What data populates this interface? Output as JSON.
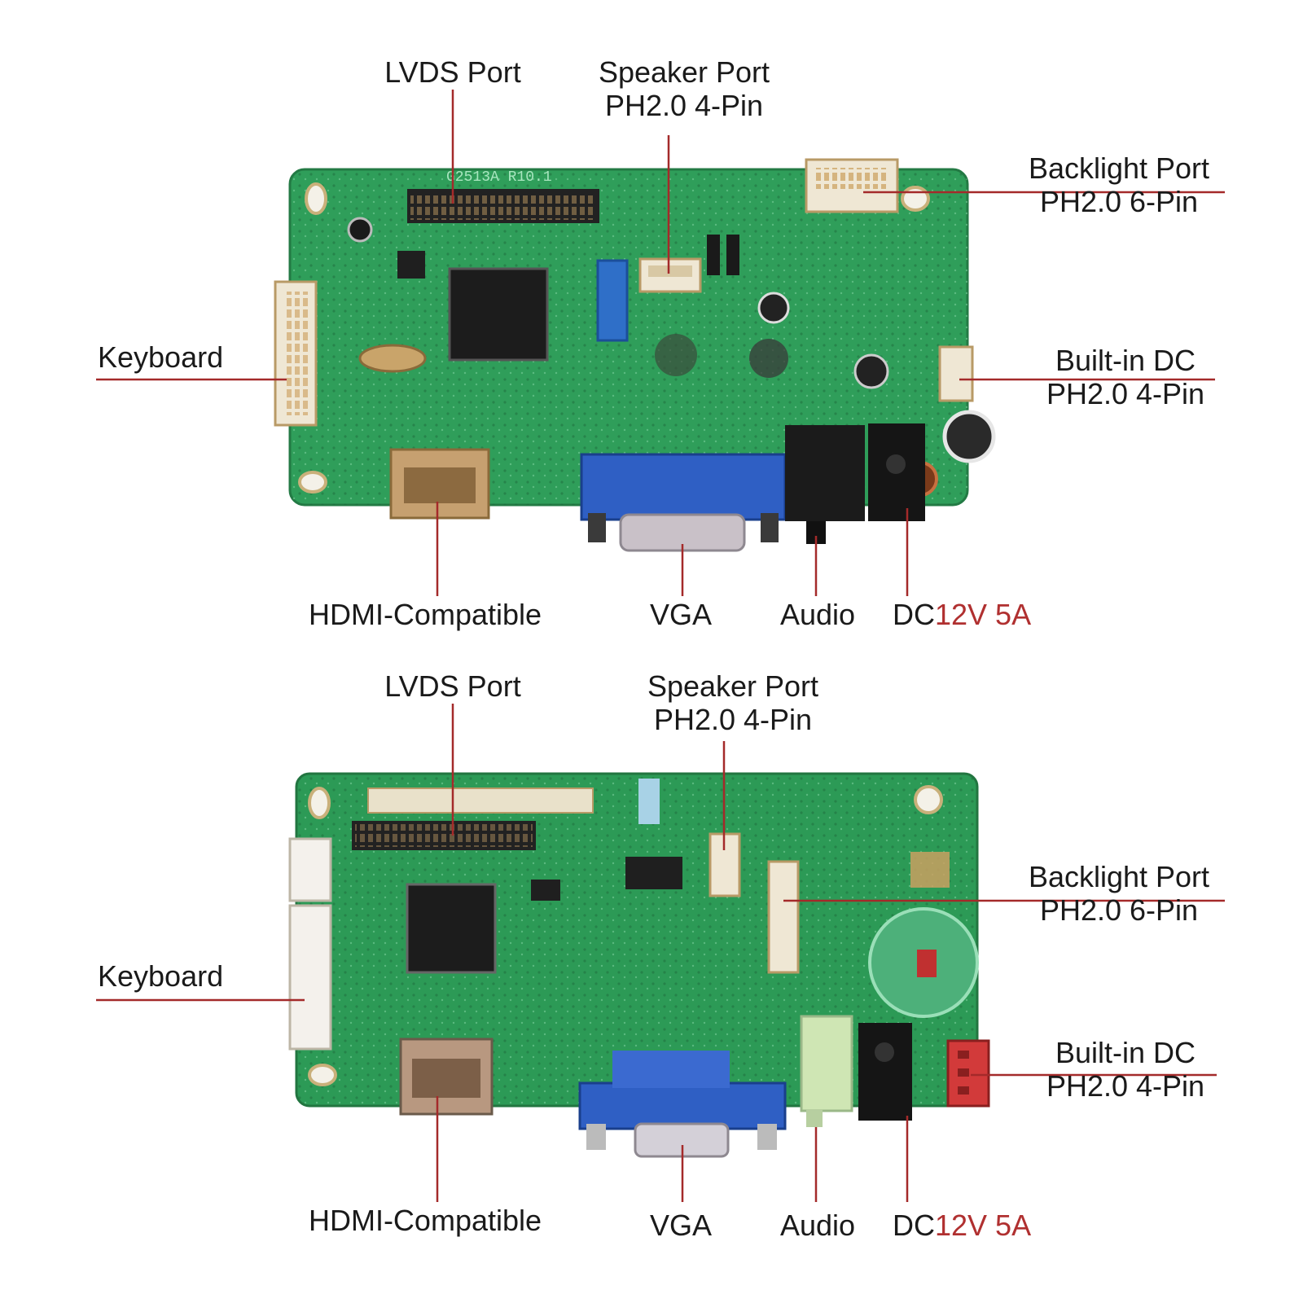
{
  "colors": {
    "leader": "#a42a2a",
    "board": "#2f9e5a",
    "accent_text": "#b03030"
  },
  "boards": [
    {
      "labels": {
        "lvds": "LVDS Port",
        "speaker_title": "Speaker Port",
        "speaker_sub": "PH2.0 4-Pin",
        "backlight_title": "Backlight Port",
        "backlight_sub": "PH2.0 6-Pin",
        "keyboard": "Keyboard",
        "builtin_title": "Built-in DC",
        "builtin_sub": "PH2.0 4-Pin",
        "hdmi": "HDMI-Compatible",
        "vga": "VGA",
        "audio": "Audio",
        "dc_prefix": "DC",
        "dc_value": "12V 5A"
      },
      "silkscreen": "G2513A  R10.1"
    },
    {
      "labels": {
        "lvds": "LVDS Port",
        "speaker_title": "Speaker Port",
        "speaker_sub": "PH2.0 4-Pin",
        "backlight_title": "Backlight Port",
        "backlight_sub": "PH2.0 6-Pin",
        "keyboard": "Keyboard",
        "builtin_title": "Built-in DC",
        "builtin_sub": "PH2.0 4-Pin",
        "hdmi": "HDMI-Compatible",
        "vga": "VGA",
        "audio": "Audio",
        "dc_prefix": "DC",
        "dc_value": "12V 5A"
      }
    }
  ]
}
